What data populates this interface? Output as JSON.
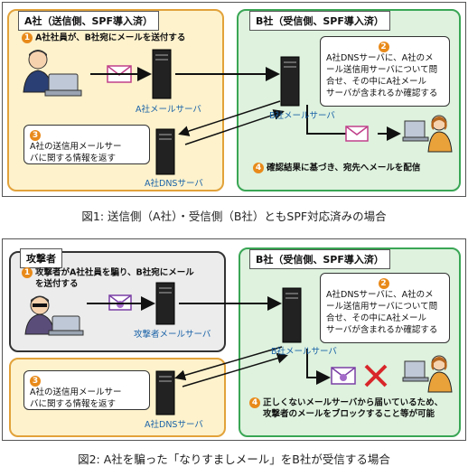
{
  "fig1": {
    "panel_a_title": "A社（送信側、SPF導入済）",
    "panel_b_title": "B社（受信側、SPF導入済）",
    "step1": "A社社員が、B社宛にメールを送付する",
    "step2_lines": [
      "A社DNSサーバに、A社のメ",
      "ール送信用サーバについて問",
      "合せ、その中にA社メール",
      "サーバが含まれるか確認する"
    ],
    "step3_lines": [
      "A社の送信用メールサー",
      "バに関する情報を返す"
    ],
    "step4": "確認結果に基づき、宛先へメールを配信",
    "a_mail_server": "A社メールサーバ",
    "b_mail_server": "B社メールサーバ",
    "a_dns_server": "A社DNSサーバ",
    "caption": "図1: 送信側（A社）・受信側（B社）ともSPF対応済みの場合"
  },
  "fig2": {
    "attacker_title": "攻撃者",
    "panel_b_title": "B社（受信側、SPF導入済）",
    "step1_lines": [
      "攻撃者がA社社員を騙り、B社宛にメール",
      "を送付する"
    ],
    "step2_lines": [
      "A社DNSサーバに、A社のメ",
      "ール送信用サーバについて問",
      "合せ、その中にA社メール",
      "サーバが含まれるか確認する"
    ],
    "step3_lines": [
      "A社の送信用メールサー",
      "バに関する情報を返す"
    ],
    "step4_lines": [
      "正しくないメールサーバから届いているため、",
      "攻撃者のメールをブロックすること等が可能"
    ],
    "attacker_mail_server": "攻撃者メールサーバ",
    "b_mail_server": "B社メールサーバ",
    "a_dns_server": "A社DNSサーバ",
    "caption": "図2: A社を騙った「なりすましメール」をB社が受信する場合"
  },
  "num_labels": [
    "1",
    "2",
    "3",
    "4"
  ]
}
